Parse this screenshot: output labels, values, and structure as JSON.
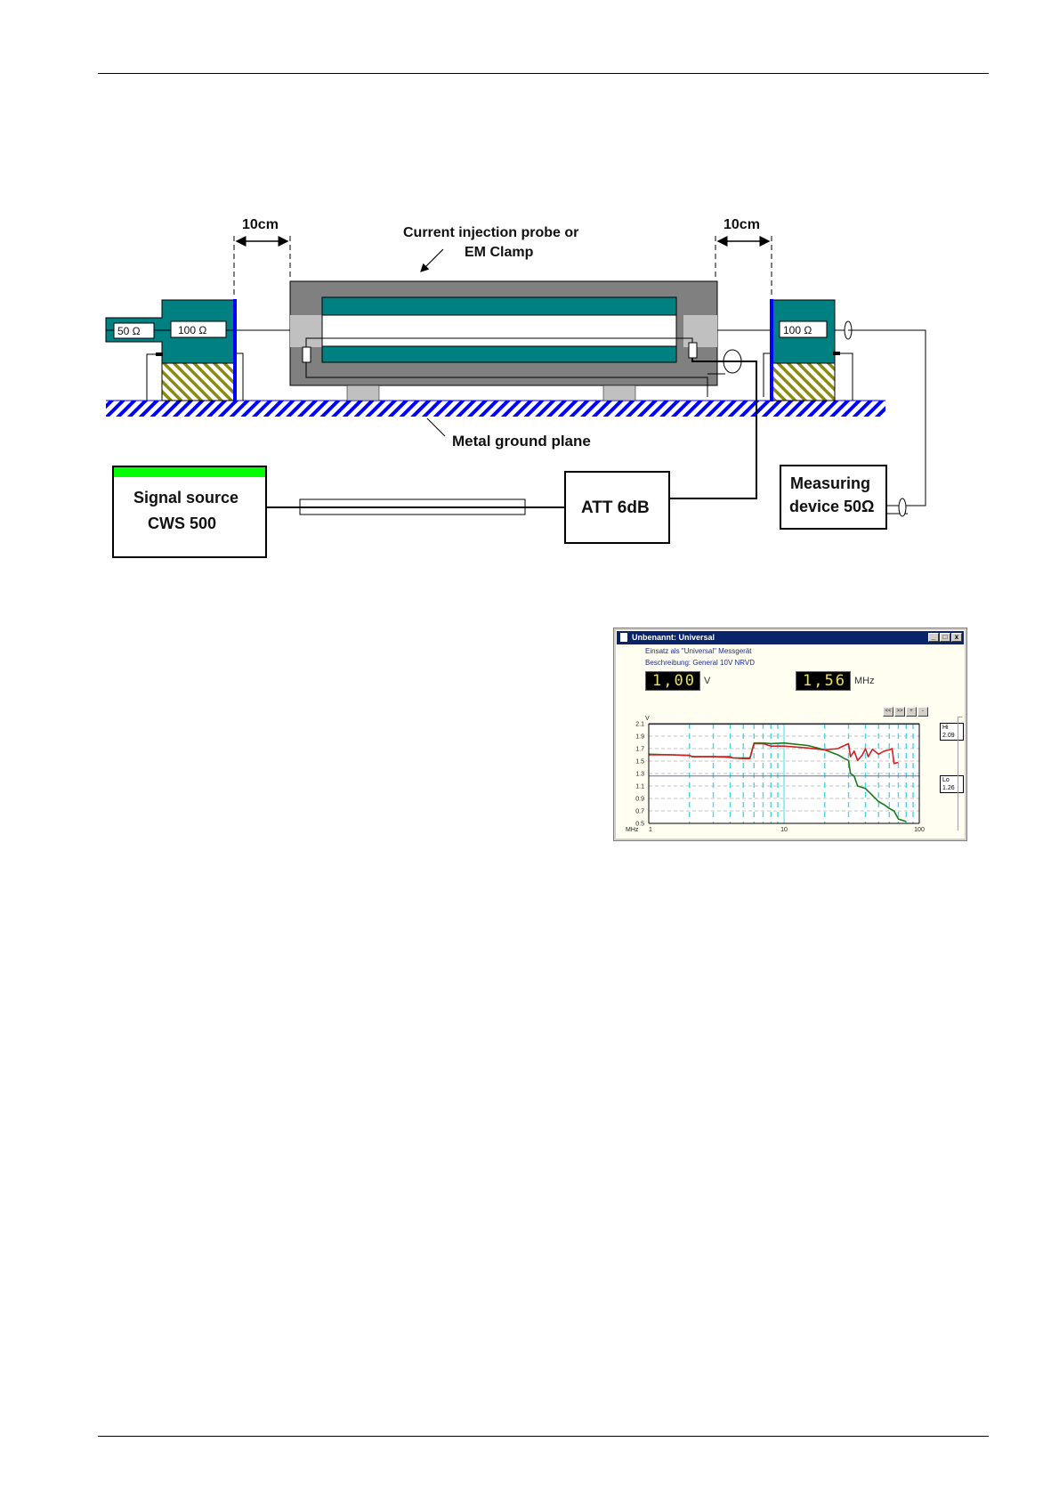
{
  "diagram": {
    "spacing_left": "10cm",
    "spacing_right": "10cm",
    "probe_label_line1": "Current injection probe or",
    "probe_label_line2": "EM Clamp",
    "cdn_left_res1": "50 Ω",
    "cdn_left_res2": "100 Ω",
    "cdn_right_res": "100 Ω",
    "ground_plane_label": "Metal ground plane",
    "signal_source_line1": "Signal source",
    "signal_source_line2": "CWS 500",
    "attenuator": "ATT 6dB",
    "measuring_line1": "Measuring",
    "measuring_line2": "device 50Ω",
    "colors": {
      "cdn": "#008080",
      "probe_body": "#808080",
      "probe_light": "#c0c0c0",
      "ground_hatch": "#0000ff",
      "ground_block_hatch": "#8a8a10",
      "source_status": "#00ff00"
    }
  },
  "app_window": {
    "title": "Unbenannt: Universal",
    "title_buttons": [
      "_",
      "□",
      "x"
    ],
    "usage": "Einsatz als \"Universal\" Messgerät",
    "description": "Beschreibung: General 10V NRVD",
    "voltage_display": "1,00",
    "voltage_unit": "V",
    "freq_display": "1,56",
    "freq_unit": "MHz",
    "nav_buttons": [
      "<<",
      ">>",
      "+",
      "-"
    ],
    "hi_label": "Hi 2.09",
    "lo_label": "Lo 1.26"
  },
  "chart_data": {
    "type": "line",
    "title": "",
    "xlabel": "MHz",
    "ylabel": "V",
    "xscale": "log",
    "xlim": [
      1,
      100
    ],
    "ylim": [
      0.5,
      2.1
    ],
    "x_tick_labels": [
      "1",
      "10",
      "100"
    ],
    "y_tick_labels": [
      "2.1",
      "1.9",
      "1.7",
      "1.5",
      "1.3",
      "1.1",
      "0.9",
      "0.7",
      "0.5"
    ],
    "hi_limit": 2.09,
    "lo_limit": 1.26,
    "series": [
      {
        "name": "green",
        "color": "#1a7a1a",
        "x": [
          1,
          1.5,
          2,
          2.1,
          3,
          4,
          4.2,
          5,
          5.6,
          6,
          7,
          8,
          10,
          15,
          20,
          25,
          28,
          30,
          31,
          33,
          35,
          40,
          45,
          50,
          55,
          60,
          65,
          70,
          80
        ],
        "y": [
          1.61,
          1.6,
          1.59,
          1.57,
          1.57,
          1.57,
          1.55,
          1.55,
          1.55,
          1.79,
          1.79,
          1.78,
          1.79,
          1.75,
          1.68,
          1.6,
          1.54,
          1.51,
          1.3,
          1.26,
          1.1,
          1.06,
          0.95,
          0.85,
          0.8,
          0.74,
          0.7,
          0.57,
          0.53
        ]
      },
      {
        "name": "red",
        "color": "#d42020",
        "x": [
          1,
          1.5,
          2,
          2.1,
          3,
          4,
          4.2,
          5,
          5.6,
          6,
          7,
          8,
          10,
          15,
          20,
          25,
          28,
          30,
          31,
          33,
          35,
          38,
          40,
          42,
          45,
          50,
          55,
          60,
          63,
          65,
          70
        ],
        "y": [
          1.6,
          1.6,
          1.59,
          1.57,
          1.57,
          1.56,
          1.55,
          1.54,
          1.54,
          1.78,
          1.78,
          1.74,
          1.74,
          1.71,
          1.68,
          1.7,
          1.75,
          1.78,
          1.57,
          1.66,
          1.51,
          1.6,
          1.7,
          1.57,
          1.69,
          1.61,
          1.66,
          1.68,
          1.7,
          1.46,
          1.48
        ]
      }
    ]
  }
}
